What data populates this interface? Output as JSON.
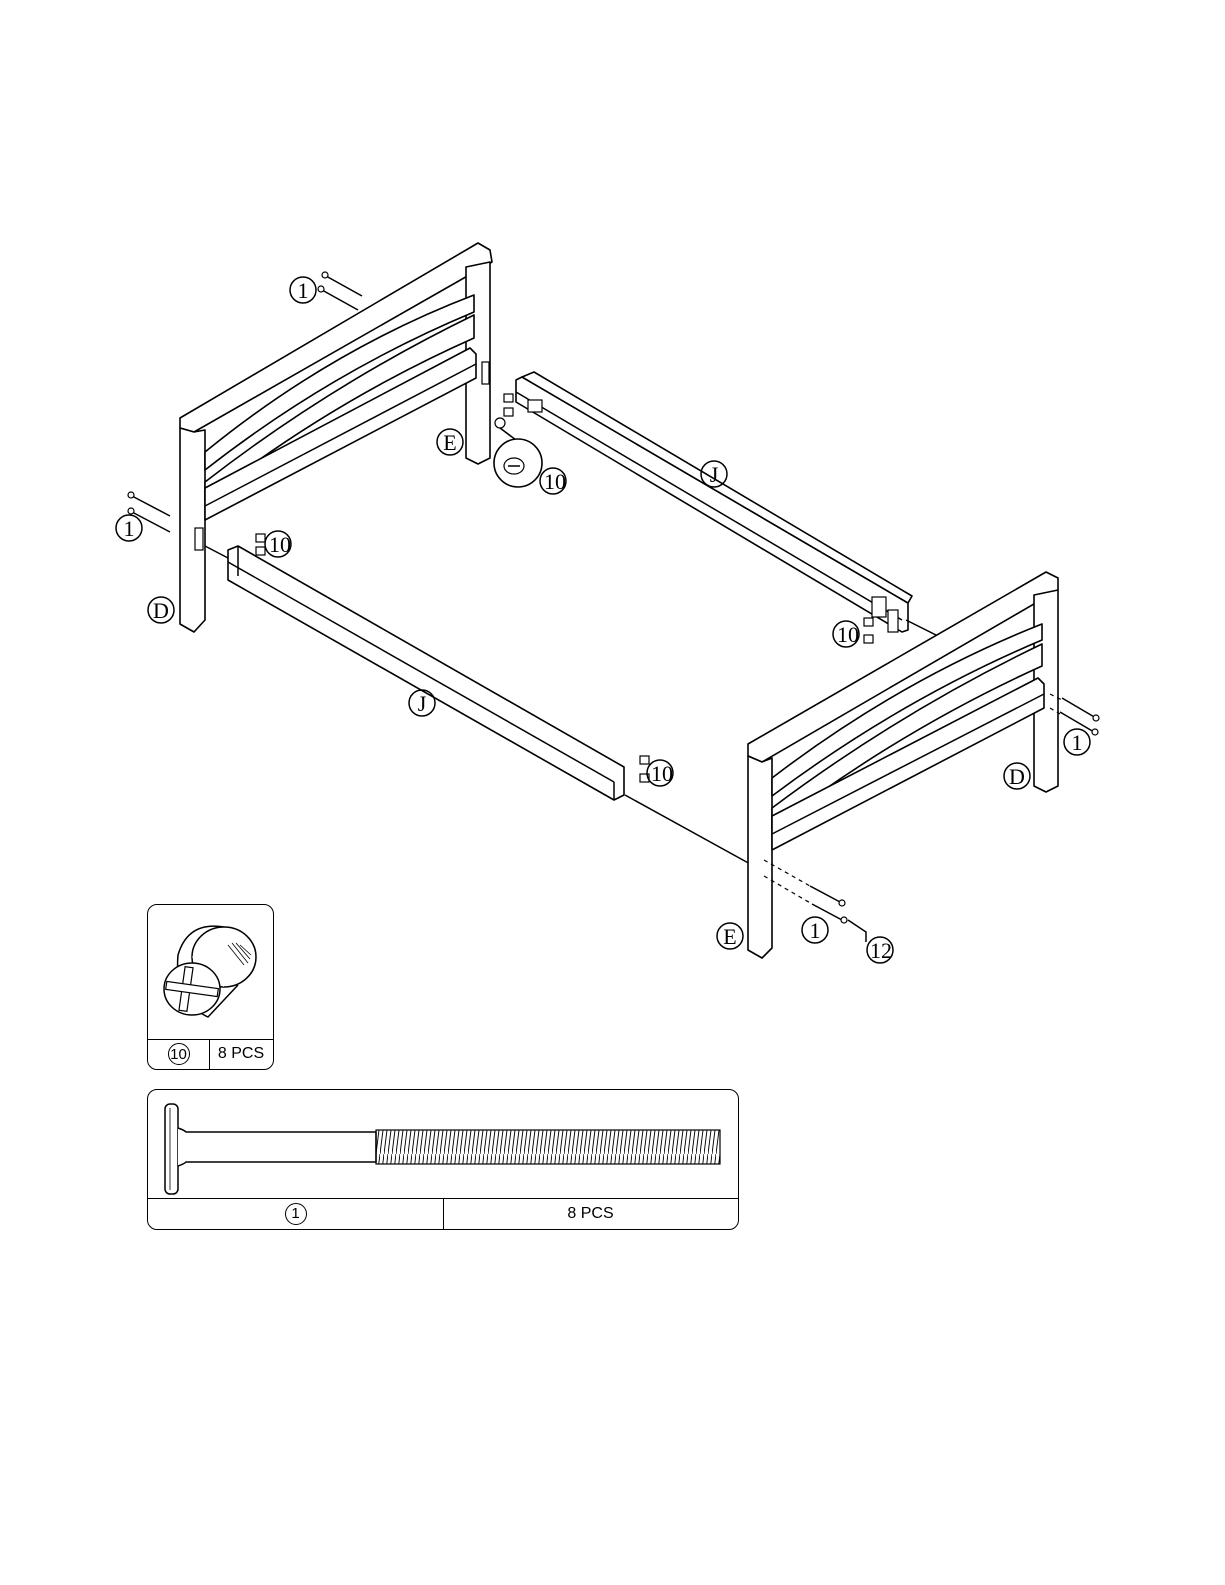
{
  "callouts": {
    "c1_top_left": "1",
    "c1_left": "1",
    "c1_right": "1",
    "c1_bottom": "1",
    "c10_left": "10",
    "c10_center": "10",
    "c10_right_rail": "10",
    "c10_front_rail": "10",
    "c12": "12",
    "d_left": "D",
    "d_right": "D",
    "e_back": "E",
    "e_front": "E",
    "j_back": "J",
    "j_front": "J"
  },
  "parts_boxes": {
    "cam_nut": {
      "part_number": "10",
      "quantity": "8 PCS"
    },
    "bolt": {
      "part_number": "1",
      "quantity": "8 PCS"
    }
  }
}
